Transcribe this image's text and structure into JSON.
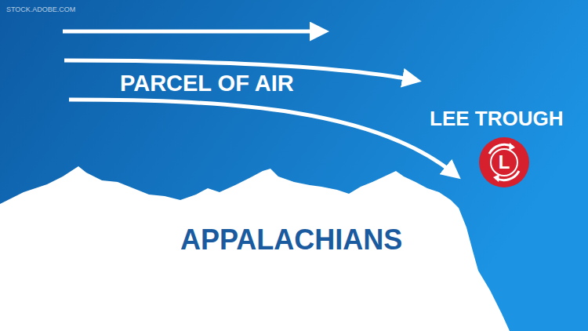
{
  "diagram": {
    "nodes": [
      {
        "text": [
          "L"
        ]
      }
    ],
    "labels": [
      "STOCK.ADOBE.COM",
      "PARCEL OF AIR",
      "LEE TROUGH",
      "APPALACHIANS"
    ]
  }
}
